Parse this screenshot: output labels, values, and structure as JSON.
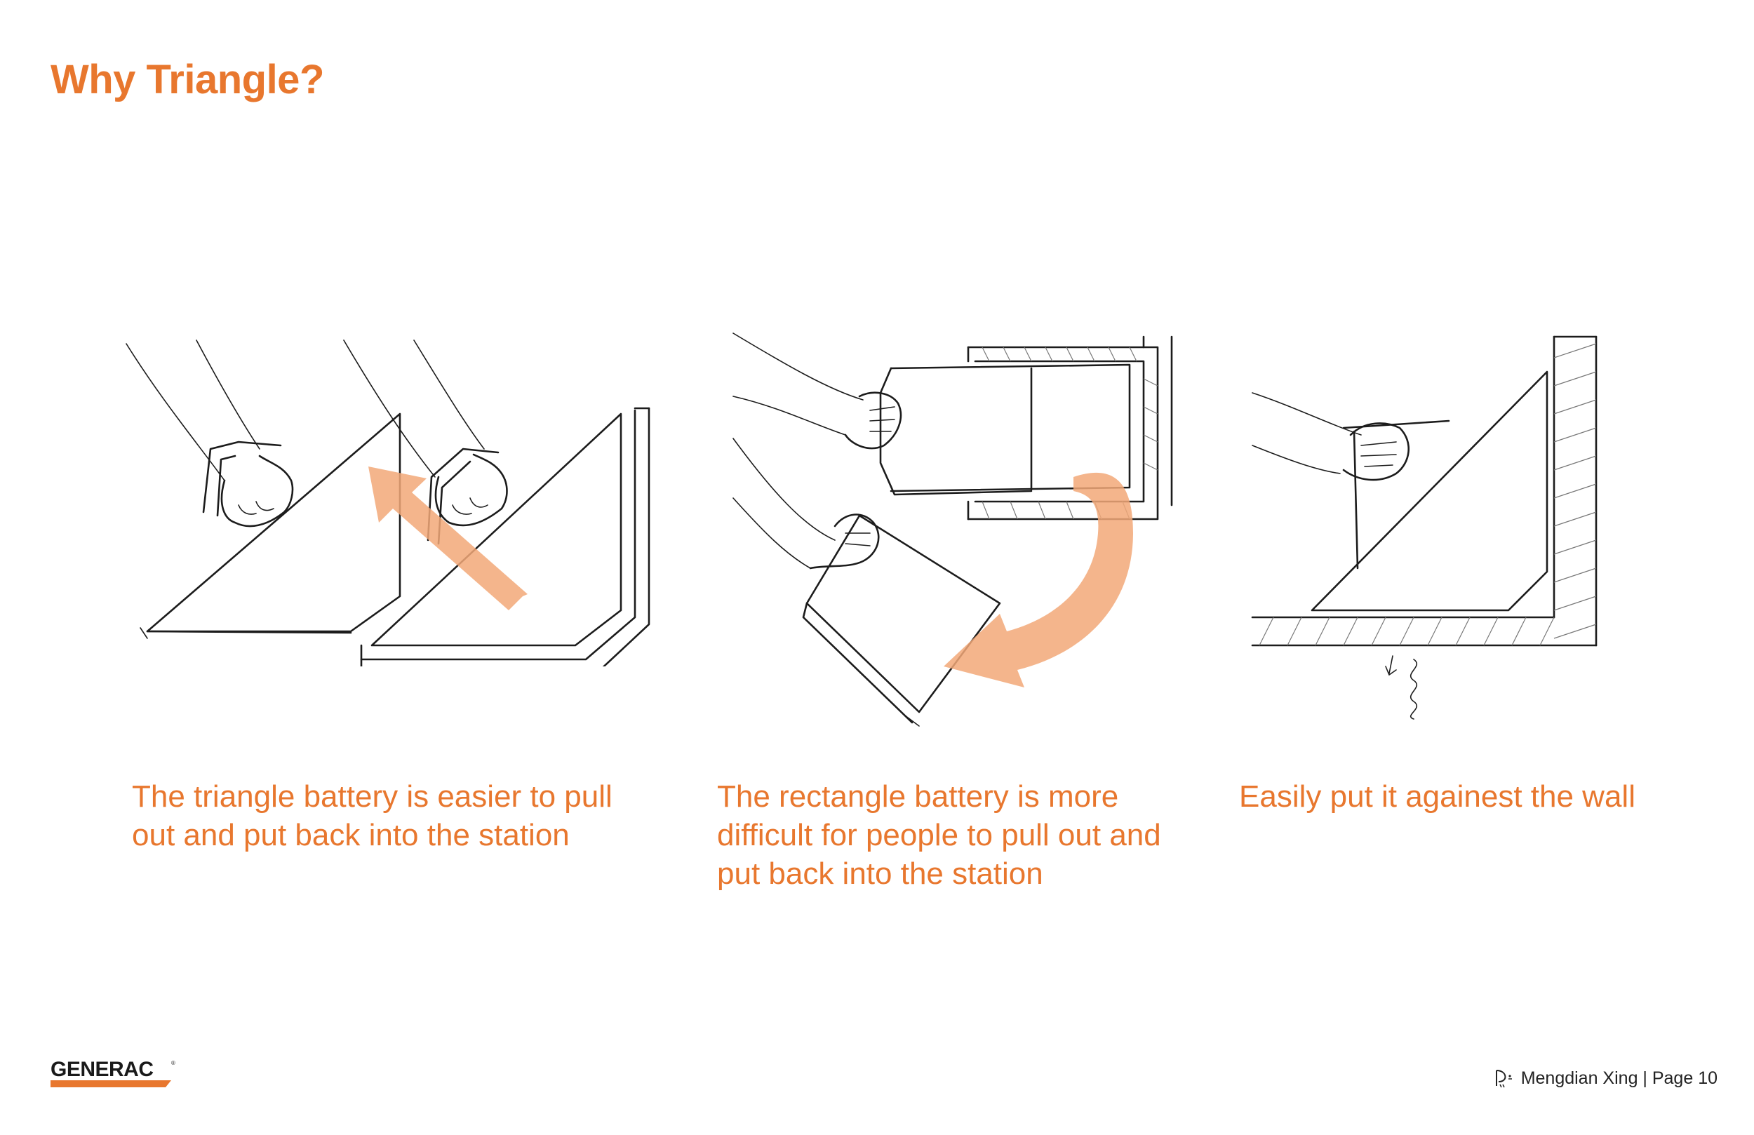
{
  "slide": {
    "title": "Why Triangle?"
  },
  "panels": [
    {
      "caption": "The triangle battery is easier to pull out and put back into the station"
    },
    {
      "caption": "The rectangle battery is more difficult for people to pull out and put back into the station"
    },
    {
      "caption": "Easily put it againest the wall"
    }
  ],
  "footer": {
    "logo_text": "GENERAC",
    "author_page": "Mengdian Xing | Page 10"
  },
  "colors": {
    "accent": "#e8772e",
    "arrow": "#f2a878",
    "logo_bar": "#e8772e"
  }
}
